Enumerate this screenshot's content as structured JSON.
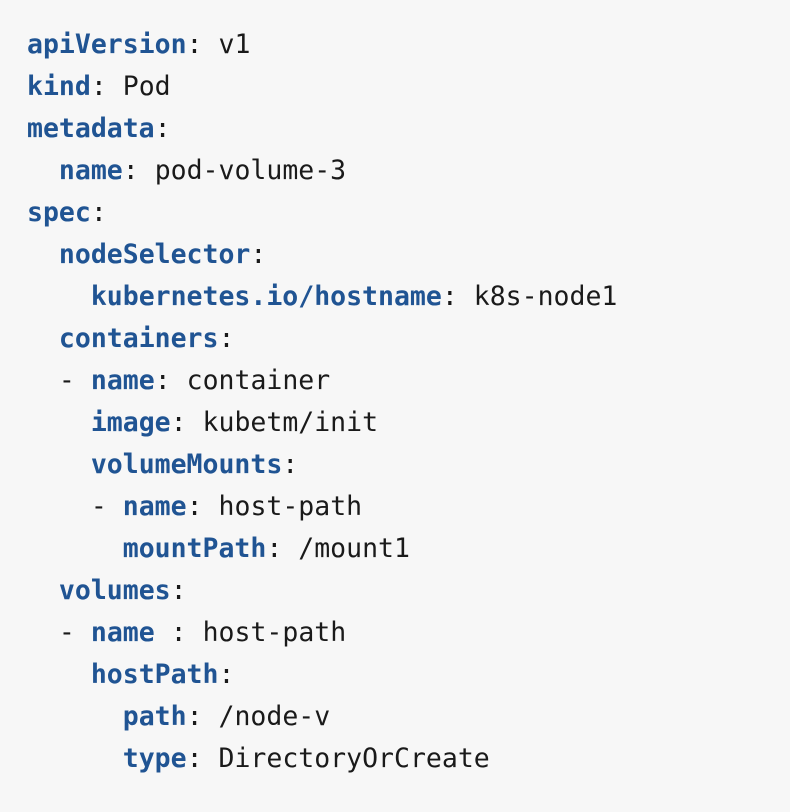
{
  "document": {
    "kind": "yaml-code-block",
    "language": "yaml",
    "background_color": "#f7f7f7",
    "key_color": "#205493",
    "value_color": "#1a1a1a",
    "lines": [
      {
        "indent": 0,
        "dash": false,
        "key": "apiVersion",
        "space_before_colon": false,
        "value": "v1"
      },
      {
        "indent": 0,
        "dash": false,
        "key": "kind",
        "space_before_colon": false,
        "value": "Pod"
      },
      {
        "indent": 0,
        "dash": false,
        "key": "metadata",
        "space_before_colon": false,
        "value": ""
      },
      {
        "indent": 2,
        "dash": false,
        "key": "name",
        "space_before_colon": false,
        "value": "pod-volume-3"
      },
      {
        "indent": 0,
        "dash": false,
        "key": "spec",
        "space_before_colon": false,
        "value": ""
      },
      {
        "indent": 2,
        "dash": false,
        "key": "nodeSelector",
        "space_before_colon": false,
        "value": ""
      },
      {
        "indent": 4,
        "dash": false,
        "key": "kubernetes.io/hostname",
        "space_before_colon": false,
        "value": "k8s-node1"
      },
      {
        "indent": 2,
        "dash": false,
        "key": "containers",
        "space_before_colon": false,
        "value": ""
      },
      {
        "indent": 2,
        "dash": true,
        "key": "name",
        "space_before_colon": false,
        "value": "container"
      },
      {
        "indent": 4,
        "dash": false,
        "key": "image",
        "space_before_colon": false,
        "value": "kubetm/init"
      },
      {
        "indent": 4,
        "dash": false,
        "key": "volumeMounts",
        "space_before_colon": false,
        "value": ""
      },
      {
        "indent": 4,
        "dash": true,
        "key": "name",
        "space_before_colon": false,
        "value": "host-path"
      },
      {
        "indent": 6,
        "dash": false,
        "key": "mountPath",
        "space_before_colon": false,
        "value": "/mount1"
      },
      {
        "indent": 2,
        "dash": false,
        "key": "volumes",
        "space_before_colon": false,
        "value": ""
      },
      {
        "indent": 2,
        "dash": true,
        "key": "name",
        "space_before_colon": true,
        "value": "host-path"
      },
      {
        "indent": 4,
        "dash": false,
        "key": "hostPath",
        "space_before_colon": false,
        "value": ""
      },
      {
        "indent": 6,
        "dash": false,
        "key": "path",
        "space_before_colon": false,
        "value": "/node-v"
      },
      {
        "indent": 6,
        "dash": false,
        "key": "type",
        "space_before_colon": false,
        "value": "DirectoryOrCreate"
      }
    ]
  }
}
